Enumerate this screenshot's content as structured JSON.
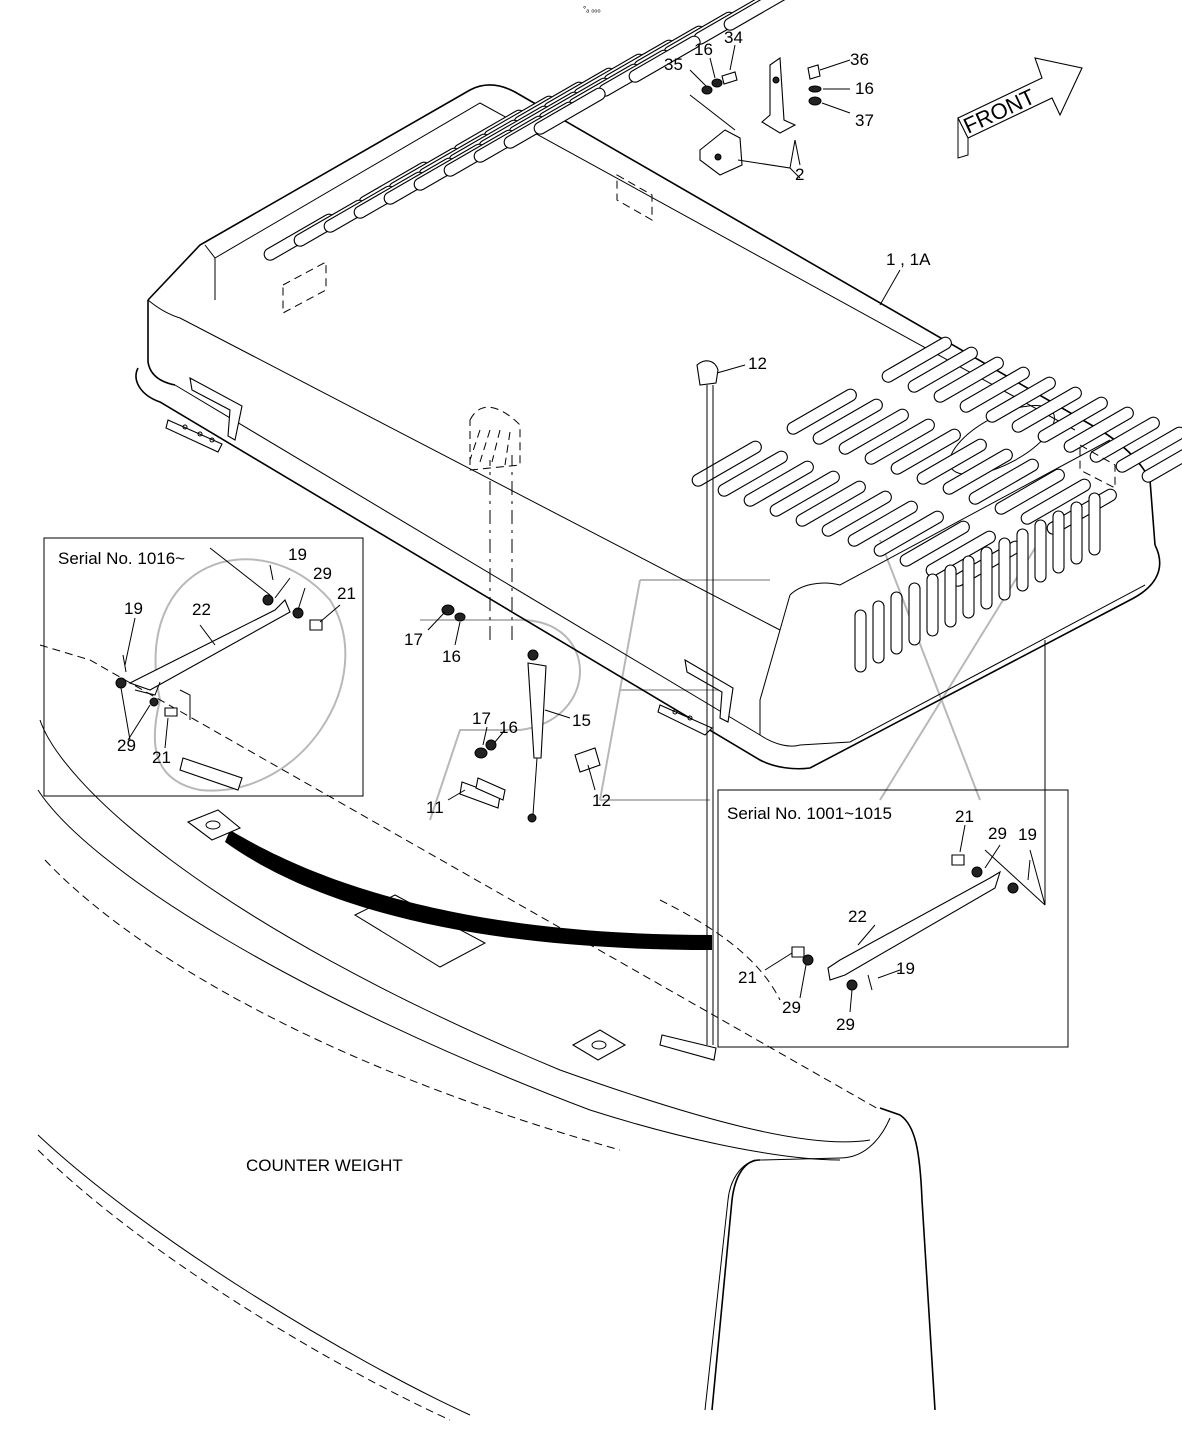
{
  "diagram": {
    "top_mark": "°ₐ ₒₒₒ",
    "front_label": "FRONT",
    "counter_weight_label": "COUNTER WEIGHT",
    "inset_left_title": "Serial No. 1016~",
    "inset_right_title": "Serial No. 1001~1015",
    "callouts": {
      "c35": "35",
      "c16a": "16",
      "c34": "34",
      "c2": "2",
      "c36": "36",
      "c16b": "16",
      "c37": "37",
      "c1": "1 , 1A",
      "c12a": "12",
      "c17a": "17",
      "c16c": "16",
      "c17b": "17",
      "c16d": "16",
      "c15": "15",
      "c12b": "12",
      "c11": "11",
      "l19a": "19",
      "l29a": "29",
      "l21a": "21",
      "l22": "22",
      "l19b": "19",
      "l29b": "29",
      "l21b": "21",
      "r21a": "21",
      "r29a": "29",
      "r19a": "19",
      "r22": "22",
      "r21b": "21",
      "r29b": "29",
      "r19b": "19",
      "r29c": "29"
    }
  }
}
